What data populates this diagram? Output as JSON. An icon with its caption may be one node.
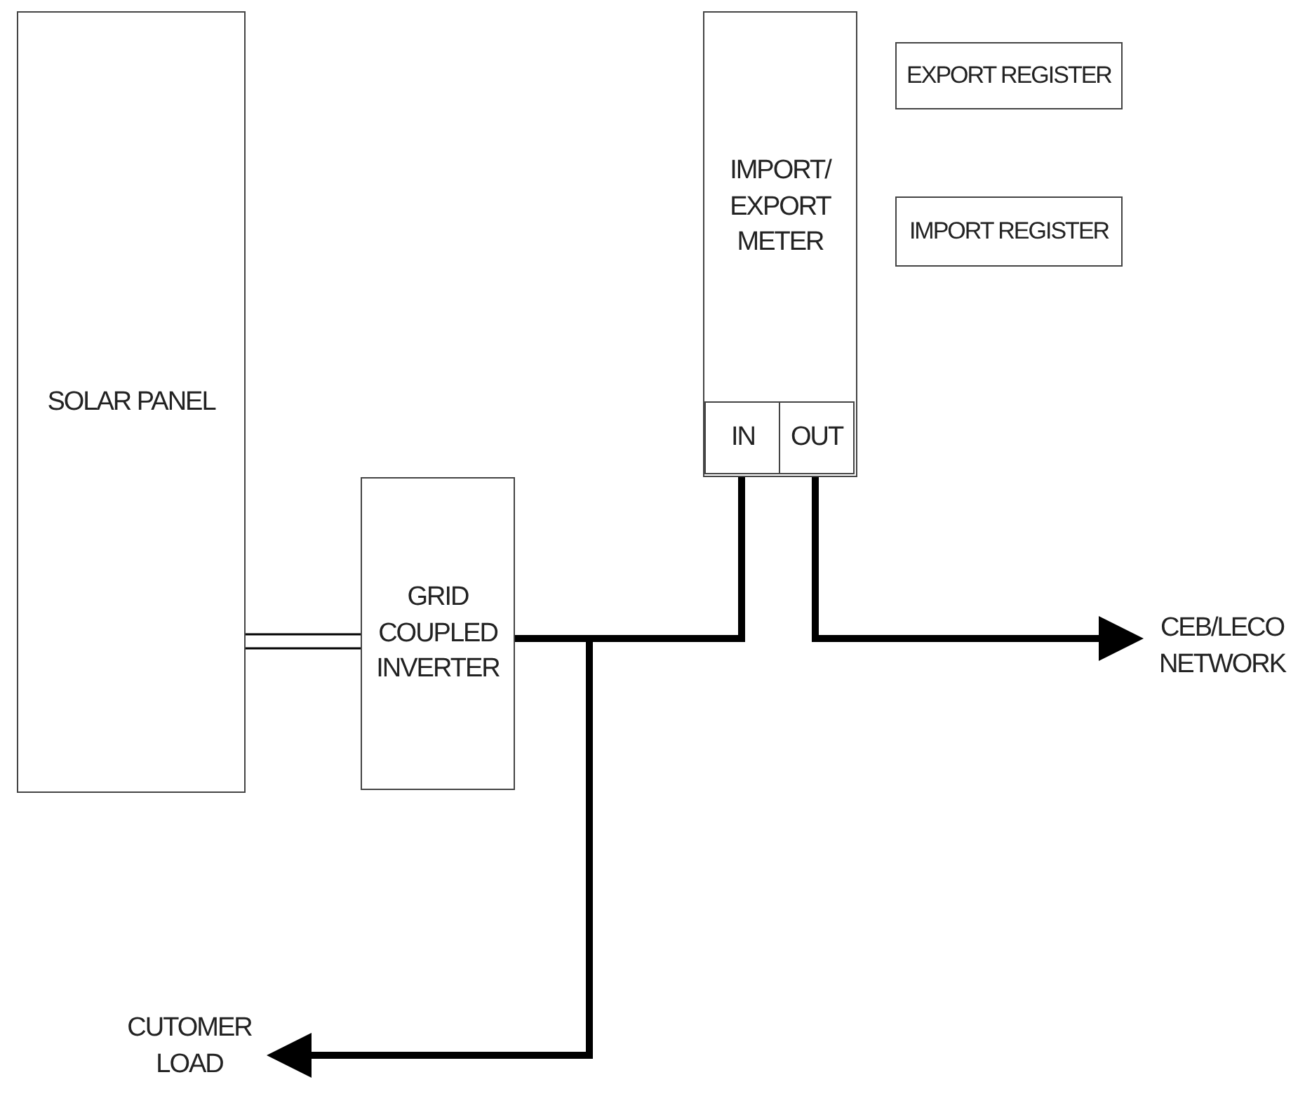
{
  "diagram": {
    "nodes": [
      {
        "text": [
          "SOLAR PANEL"
        ]
      },
      {
        "text": [
          "GRID COUPLED INVERTER"
        ]
      },
      {
        "text": [
          "IMPORT/ EXPORT METER"
        ]
      },
      {
        "text": [
          "IN"
        ],
        "in": 2
      },
      {
        "text": [
          "OUT"
        ],
        "in": 2
      },
      {
        "text": [
          "EXPORT REGISTER"
        ]
      },
      {
        "text": [
          "IMPORT REGISTER"
        ]
      },
      {
        "text": [
          "CEB/LECO NETWORK"
        ]
      },
      {
        "text": [
          "CUTOMER LOAD"
        ]
      }
    ],
    "edges": [
      {
        "from": 0,
        "to": 1,
        "arrow": "none"
      },
      {
        "from": 1,
        "to": 3,
        "arrow": "none"
      },
      {
        "from": 4,
        "to": 7,
        "arrow": "to"
      },
      {
        "from": 1,
        "to": 8,
        "arrow": "to"
      }
    ]
  }
}
